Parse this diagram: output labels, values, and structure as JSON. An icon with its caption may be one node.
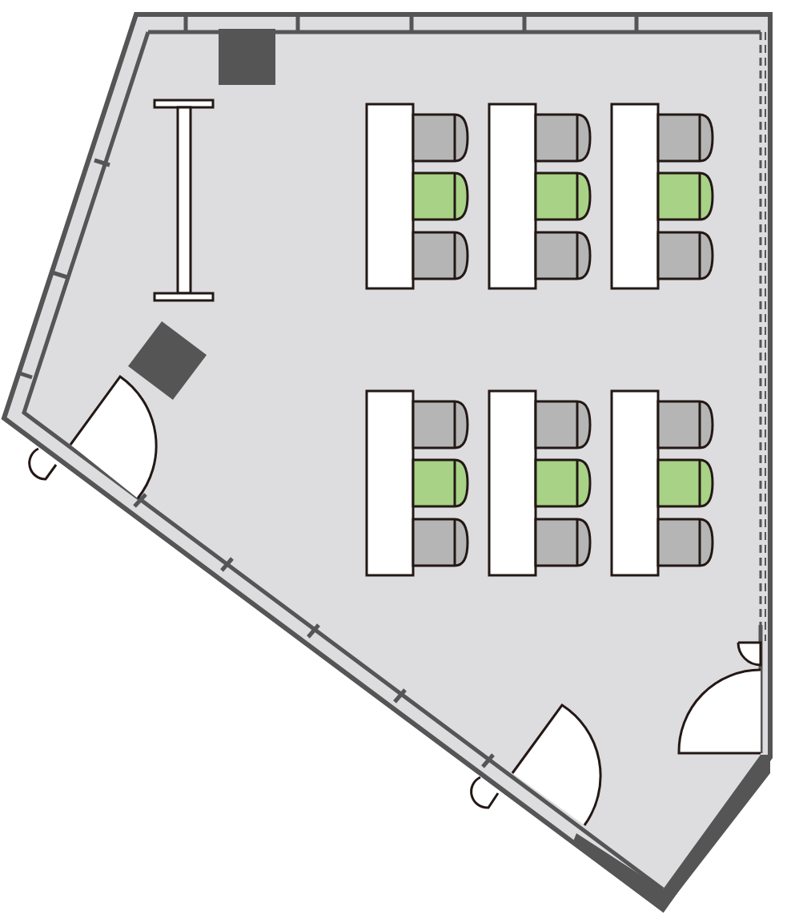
{
  "diagram": {
    "nodes": [
      {
        "text": [],
        "shape": "box"
      },
      {
        "text": [],
        "shape": "box"
      },
      {
        "text": [],
        "shape": "box"
      },
      {
        "text": [],
        "shape": "box"
      },
      {
        "text": [],
        "shape": "box"
      },
      {
        "text": [],
        "shape": "box"
      },
      {
        "text": [],
        "shape": "box"
      },
      {
        "text": [],
        "shape": "box"
      },
      {
        "text": [],
        "shape": "bar"
      }
    ]
  }
}
